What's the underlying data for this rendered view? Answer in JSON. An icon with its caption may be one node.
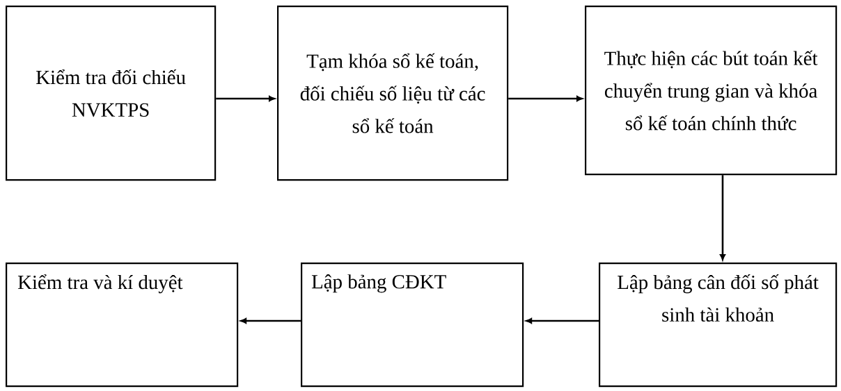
{
  "diagram": {
    "nodes": [
      {
        "text": [
          "Kiểm tra đối chiếu NVKTPS"
        ]
      },
      {
        "text": [
          "Tạm khóa sổ kế toán, đối chiếu số liệu từ các sổ kế toán"
        ]
      },
      {
        "text": [
          "Thực hiện các bút toán kết chuyển trung gian và khóa sổ kế toán chính thức"
        ]
      },
      {
        "text": [
          "Lập bảng cân đối số phát sinh tài khoản"
        ]
      },
      {
        "text": [
          "Lập bảng CĐKT"
        ]
      },
      {
        "text": [
          "Kiểm tra và kí duyệt"
        ]
      }
    ],
    "edges": [
      {
        "from": 0,
        "to": 1,
        "arrow": "to"
      },
      {
        "from": 1,
        "to": 2,
        "arrow": "to"
      },
      {
        "from": 2,
        "to": 3,
        "arrow": "to"
      },
      {
        "from": 3,
        "to": 4,
        "arrow": "to"
      },
      {
        "from": 4,
        "to": 5,
        "arrow": "to"
      }
    ]
  }
}
